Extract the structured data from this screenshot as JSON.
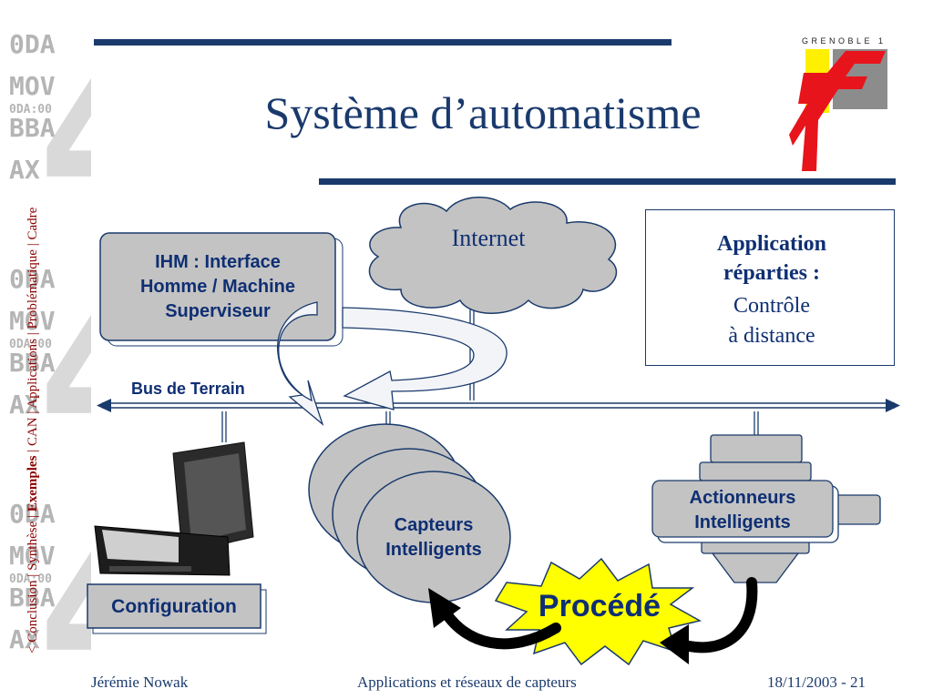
{
  "slide": {
    "title": "Système d’automatisme",
    "footer_author": "Jérémie Nowak",
    "footer_center": "Applications et réseaux de capteurs",
    "footer_date": "18/11/2003 - 21"
  },
  "side_nav": {
    "prefix": "< ",
    "items": [
      "Conclusion",
      "Synthèse",
      "Exemples",
      "CAN",
      "Applications",
      "Problématique",
      "Cadre"
    ],
    "active": "Exemples",
    "separator": " | "
  },
  "logo": {
    "text": "GRENOBLE 1",
    "colors": {
      "red": "#e8141c",
      "gray": "#8c8c8c",
      "yellow": "#ffef00"
    }
  },
  "background_glyphs": [
    "0DA",
    "MOV",
    "0DA:00",
    "BBA",
    "AX"
  ],
  "diagram": {
    "ihm": {
      "line1": "IHM : Interface",
      "line2": "Homme / Machine",
      "line3": "Superviseur"
    },
    "internet": "Internet",
    "bus": "Bus de Terrain",
    "configuration": "Configuration",
    "capteurs": {
      "line1": "Capteurs",
      "line2": "Intelligents"
    },
    "actionneurs": {
      "line1": "Actionneurs",
      "line2": "Intelligents"
    },
    "procede": "Procédé",
    "application": {
      "line1": "Application",
      "line2": "réparties :",
      "line3": "Contrôle",
      "line4": "à distance"
    }
  },
  "colors": {
    "navy": "#1a3a6c",
    "box_gray": "#c3c3c3",
    "label_blue": "#0f2f73",
    "burst_yellow": "#ffff00"
  }
}
